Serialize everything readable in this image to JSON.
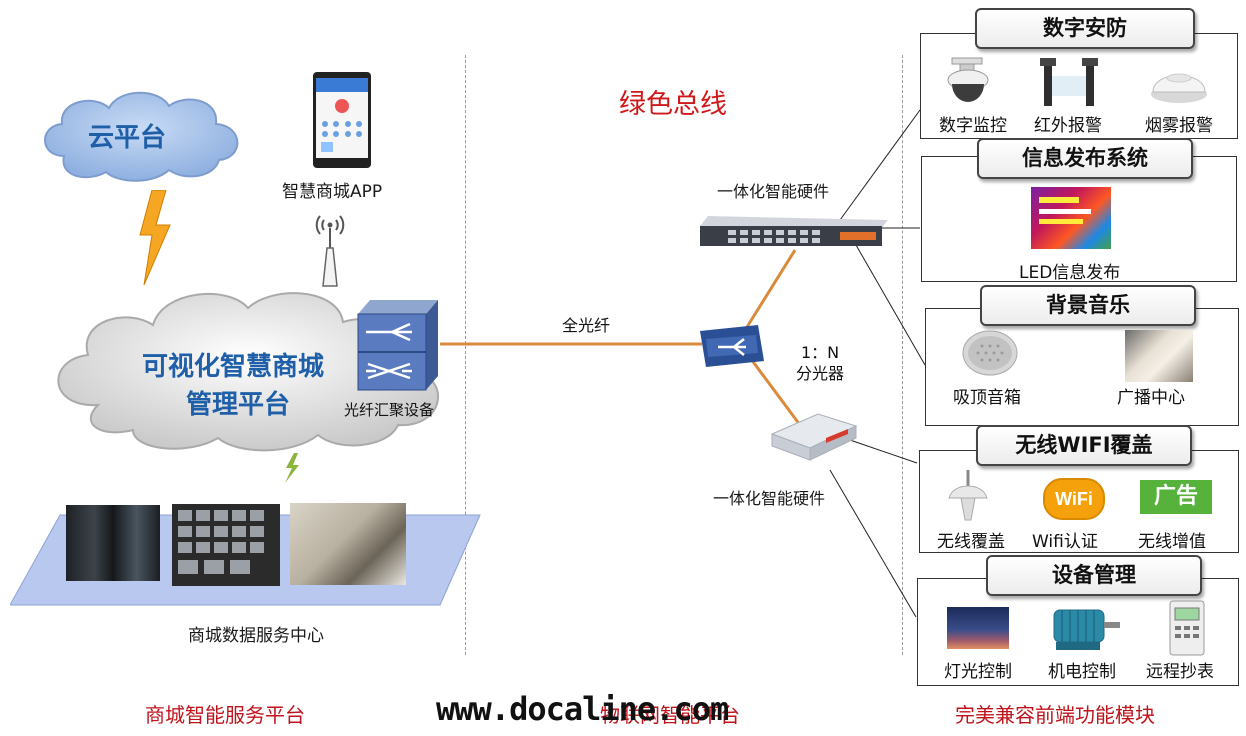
{
  "cloud_platform": "云平台",
  "app_label": "智慧商城APP",
  "main_platform": [
    "可视化智慧商城",
    "管理平台"
  ],
  "aggregator_label": "光纤汇聚设备",
  "datacenter_label": "商城数据服务中心",
  "green_bus": "绿色总线",
  "fiber_label": "全光纤",
  "hw_top_label": "一体化智能硬件",
  "hw_bottom_label": "一体化智能硬件",
  "splitter_label": [
    "1：N",
    "分光器"
  ],
  "modules": {
    "security": {
      "title": "数字安防",
      "items": [
        "数字监控",
        "红外报警",
        "烟雾报警"
      ]
    },
    "info": {
      "title": "信息发布系统",
      "items": [
        "LED信息发布"
      ]
    },
    "music": {
      "title": "背景音乐",
      "items": [
        "吸顶音箱",
        "广播中心"
      ]
    },
    "wifi": {
      "title": "无线WIFI覆盖",
      "items": [
        "无线覆盖",
        "Wifi认证",
        "无线增值"
      ]
    },
    "device": {
      "title": "设备管理",
      "items": [
        "灯光控制",
        "机电控制",
        "远程抄表"
      ]
    }
  },
  "wifi_logo_text": "WiFi",
  "ad_icon_text": "广告",
  "footer": {
    "left": "商城智能服务平台",
    "middle": "物联网智能平台",
    "right": "完美兼容前端功能模块"
  },
  "watermark": "www.docaline.com",
  "colors": {
    "accent_red": "#c0141c",
    "cloud_blue": "#1f5fa8",
    "fiber_orange": "#d2691e"
  }
}
